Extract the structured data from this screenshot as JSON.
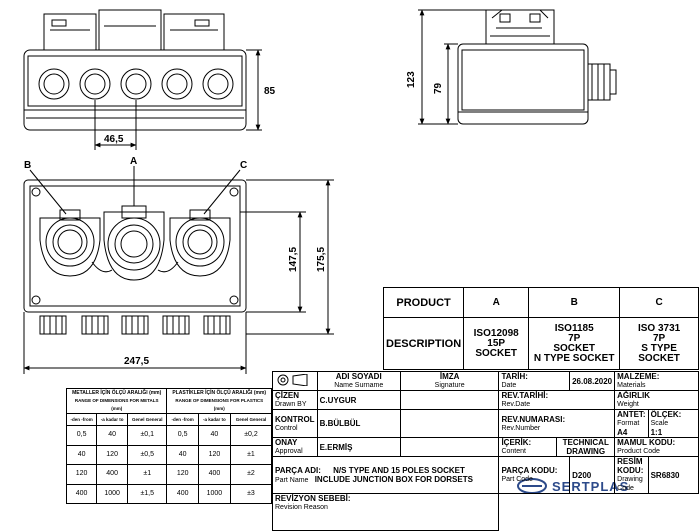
{
  "dimensions": {
    "top_width": "46,5",
    "top_height": "85",
    "side_height_total": "123",
    "side_height_body": "79",
    "front_inner_height": "147,5",
    "front_total_height": "175,5",
    "front_width": "247,5"
  },
  "socket_labels": {
    "a": "A",
    "b": "B",
    "c": "C"
  },
  "product_table": {
    "header_label": "PRODUCT",
    "description_label": "DESCRIPTION",
    "columns": [
      "A",
      "B",
      "C"
    ],
    "descriptions": [
      [
        "ISO12098",
        "15P",
        "SOCKET"
      ],
      [
        "ISO1185",
        "7P",
        "SOCKET",
        "N TYPE SOCKET"
      ],
      [
        "ISO 3731",
        "7P",
        "S TYPE SOCKET"
      ]
    ]
  },
  "tolerance_table": {
    "metal_header": "METALLER İÇİN ÖLÇÜ ARALIĞI (mm)",
    "metal_sub": "RANGE OF DIMENSIONS FOR METALS (mm)",
    "plastic_header": "PLASTİKLER İÇİN ÖLÇÜ ARALIĞI (mm)",
    "plastic_sub": "RANGE OF DIMENSIONS FOR PLASTICS (mm)",
    "col_headers": [
      "-den -from",
      "-a kadar to",
      "Genel General",
      "-den -from",
      "-a kadar to",
      "Genel General"
    ],
    "rows": [
      [
        "0,5",
        "40",
        "±0,1",
        "0,5",
        "40",
        "±0,2"
      ],
      [
        "40",
        "120",
        "±0,5",
        "40",
        "120",
        "±1"
      ],
      [
        "120",
        "400",
        "±1",
        "120",
        "400",
        "±2"
      ],
      [
        "400",
        "1000",
        "±1,5",
        "400",
        "1000",
        "±3"
      ]
    ]
  },
  "title_block": {
    "name_header": "ADI SOYADI",
    "name_header_en": "Name Surname",
    "signature_header": "İMZA",
    "signature_header_en": "Signature",
    "drawn_label": "ÇİZEN",
    "drawn_label_en": "Drawn BY",
    "drawn_value": "C.UYGUR",
    "checked_label": "KONTROL",
    "checked_label_en": "Control",
    "checked_value": "B.BÜLBÜL",
    "approved_label": "ONAY",
    "approved_label_en": "Approval",
    "approved_value": "E.ERMİŞ",
    "part_name_label": "PARÇA ADI:",
    "part_name_label_en": "Part Name",
    "part_name_line1": "N/S TYPE AND 15 POLES SOCKET",
    "part_name_line2": "INCLUDE JUNCTION BOX FOR DORSETS",
    "revision_reason_label": "REVİZYON SEBEBİ:",
    "revision_reason_label_en": "Revision Reason",
    "date_label": "TARİH:",
    "date_label_en": "Date",
    "date_value": "26.08.2020",
    "rev_date_label": "REV.TARİHİ:",
    "rev_date_label_en": "Rev.Date",
    "rev_number_label": "REV.NUMARASI:",
    "rev_number_label_en": "Rev.Number",
    "content_label": "İÇERİK:",
    "content_label_en": "Content",
    "content_value_1": "TECHNICAL",
    "content_value_2": "DRAWING",
    "product_code_label_tr": "PARÇA KODU:",
    "product_code_label_en": "Part Code",
    "product_code_value": "D200",
    "material_label": "MALZEME:",
    "material_label_en": "Materials",
    "weight_label": "AĞIRLIK",
    "weight_label_en": "Weight",
    "format_label": "ANTET:",
    "format_label_en": "Format",
    "format_value": "A4",
    "scale_label": "ÖLÇEK:",
    "scale_label_en": "Scale",
    "scale_value": "1:1",
    "mamul_label": "MAMUL KODU:",
    "mamul_label_en": "Product Code",
    "drawing_code_label": "RESİM KODU:",
    "drawing_code_label_en": "Drawing Code",
    "drawing_code_value": "SR6830",
    "logo_text": "SERTPLAS"
  }
}
